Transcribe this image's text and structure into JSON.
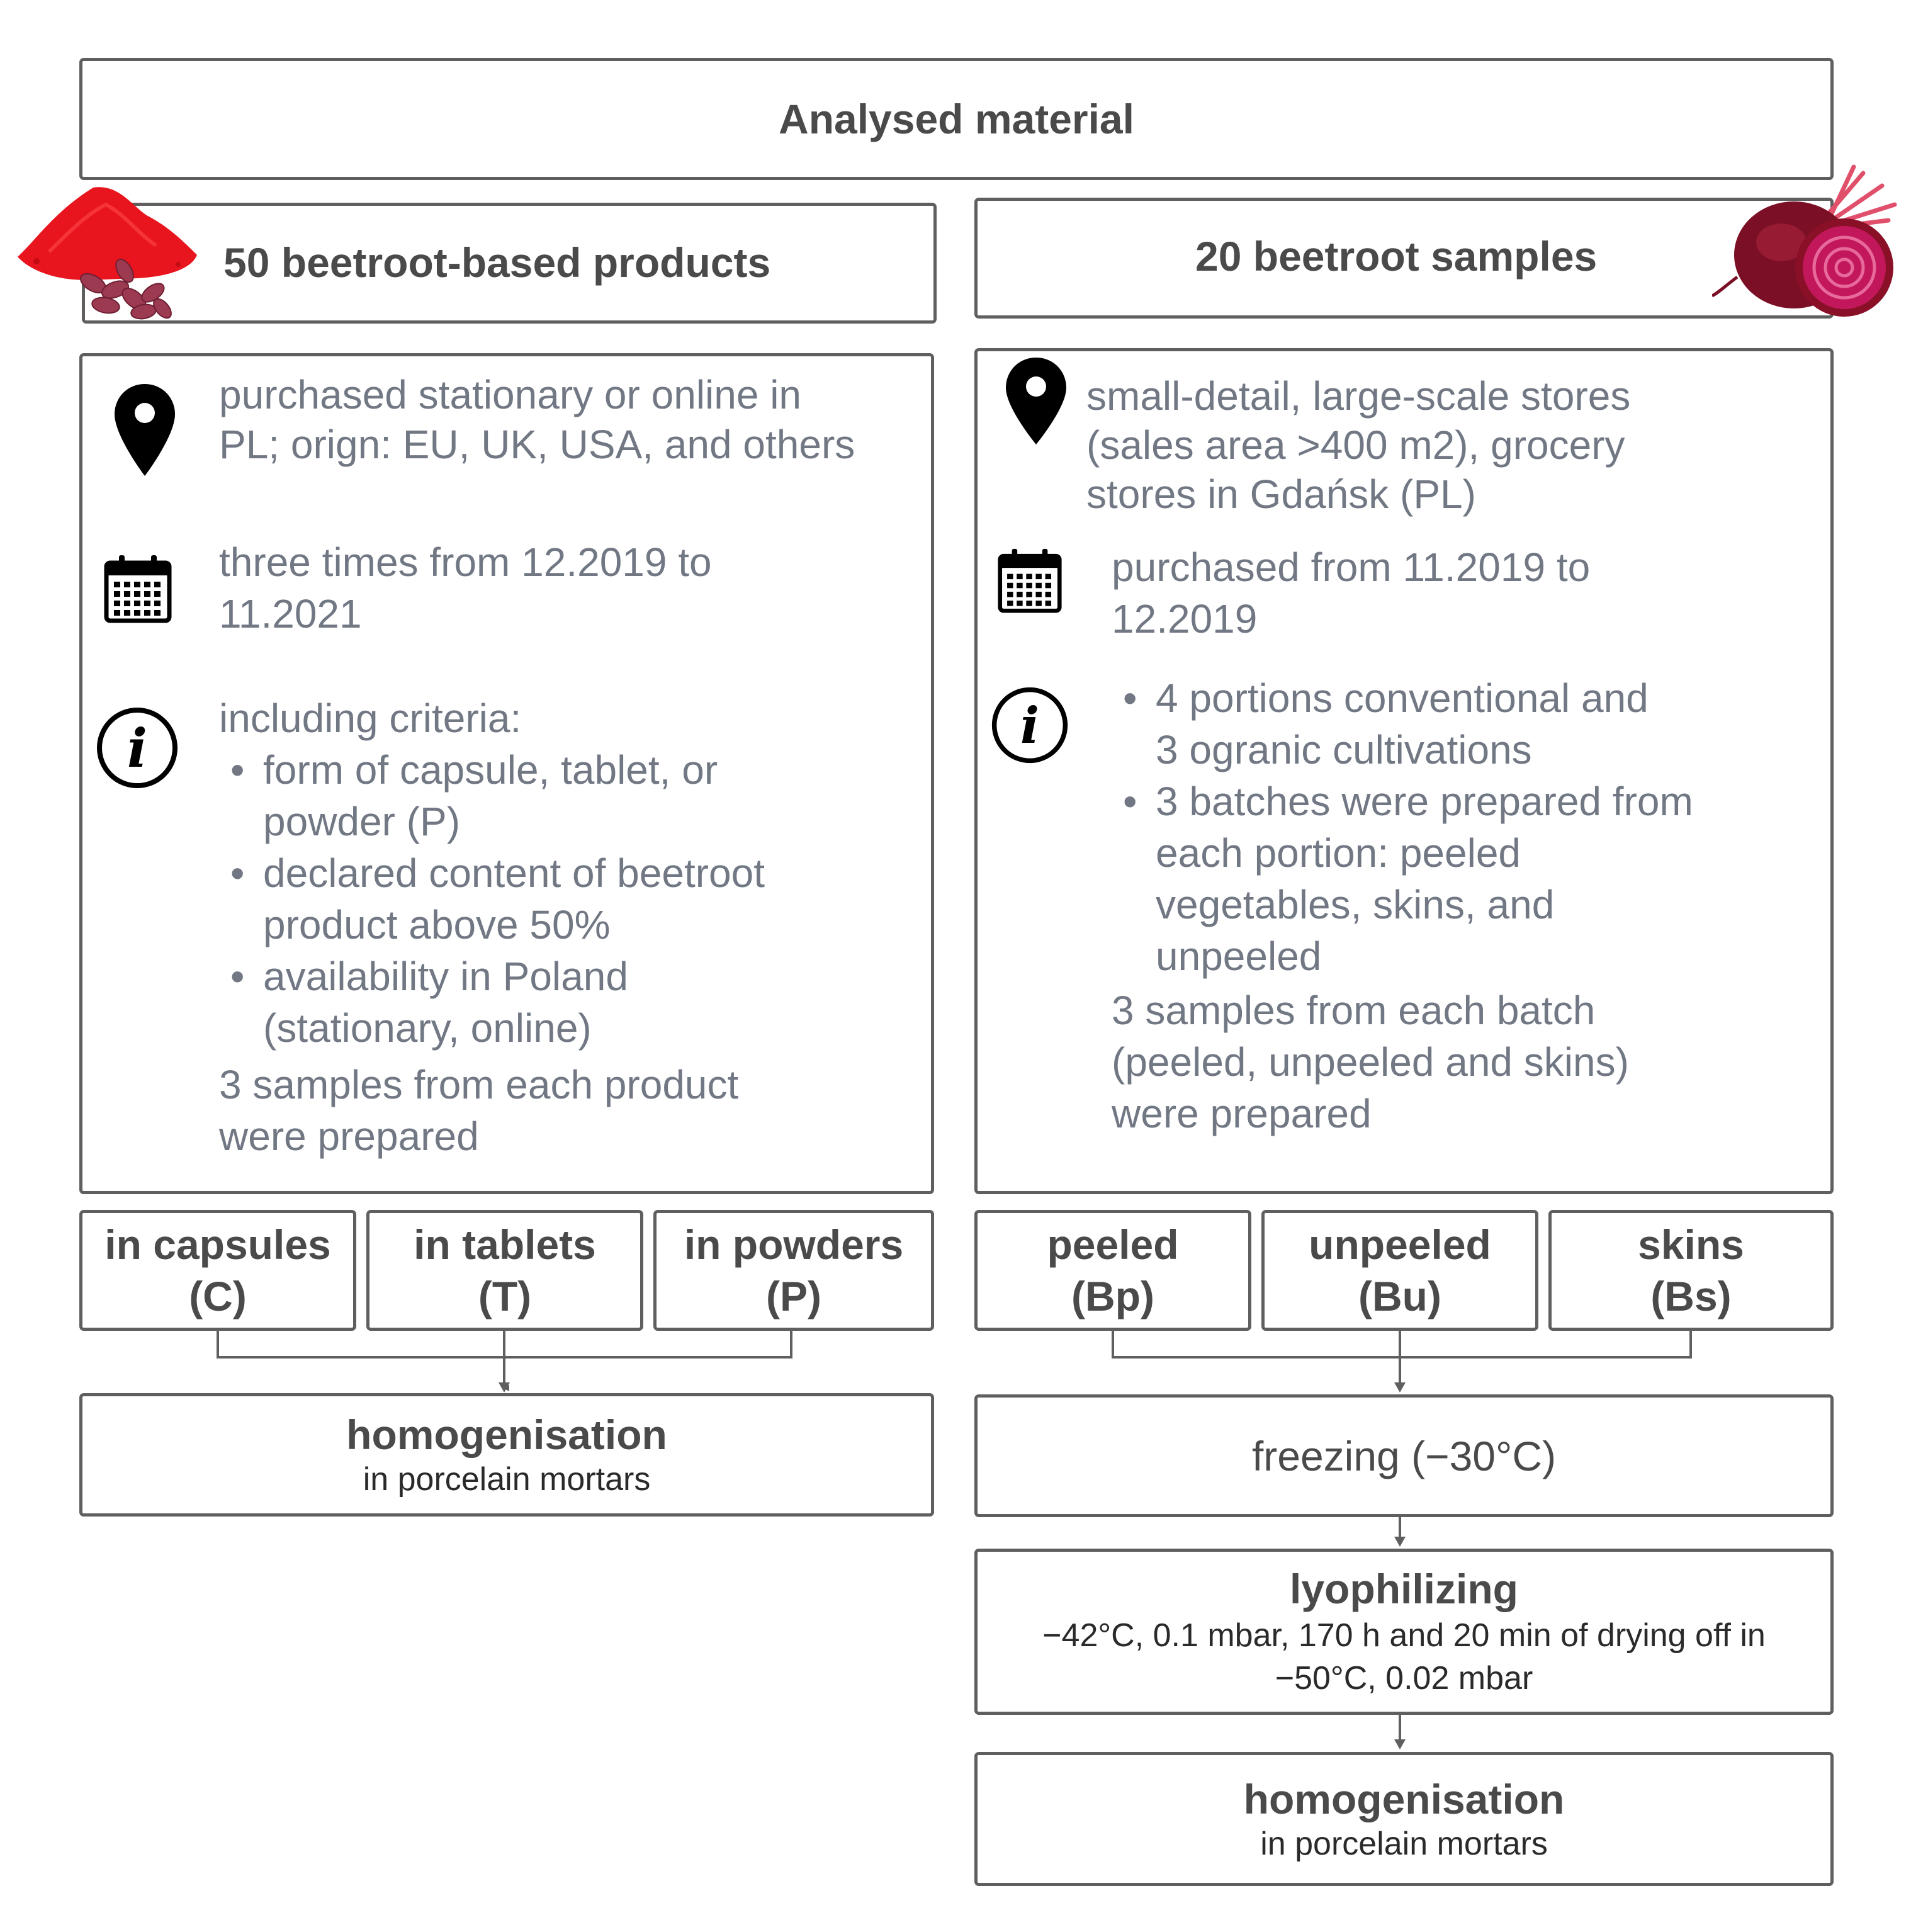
{
  "title": "Analysed material",
  "left": {
    "header": "50 beetroot-based products",
    "location_text": [
      "purchased stationary or online in",
      "PL; orign: EU, UK, USA, and others"
    ],
    "date_text": [
      "three times from 12.2019 to",
      "11.2021"
    ],
    "info_intro": "including criteria:",
    "info_bullets": [
      [
        "form of capsule, tablet, or",
        "powder (P)"
      ],
      [
        "declared content of beetroot",
        "product above 50%"
      ],
      [
        "availability in Poland",
        "(stationary, online)"
      ]
    ],
    "info_outro": [
      "3 samples from each product",
      "were prepared"
    ],
    "forms": [
      {
        "line1": "in capsules",
        "line2": "(C)"
      },
      {
        "line1": "in tablets",
        "line2": "(T)"
      },
      {
        "line1": "in powders",
        "line2": "(P)"
      }
    ],
    "homogenisation": {
      "title": "homogenisation",
      "sub": "in porcelain mortars"
    }
  },
  "right": {
    "header": "20 beetroot samples",
    "location_text": [
      "small-detail, large-scale stores",
      "(sales area >400 m2), grocery",
      "stores in Gdańsk (PL)"
    ],
    "date_text": [
      "purchased from 11.2019 to",
      "12.2019"
    ],
    "info_bullets": [
      [
        "4 portions conventional and",
        "3 ogranic cultivations"
      ],
      [
        "3 batches were prepared from",
        "each portion: peeled",
        "vegetables, skins, and",
        "unpeeled"
      ]
    ],
    "info_outro": [
      "3 samples from each batch",
      "(peeled, unpeeled and skins)",
      "were prepared"
    ],
    "forms": [
      {
        "line1": "peeled",
        "line2": "(Bp)"
      },
      {
        "line1": "unpeeled",
        "line2": "(Bu)"
      },
      {
        "line1": "skins",
        "line2": "(Bs)"
      }
    ],
    "freezing": "freezing (−30°C)",
    "lyophilizing": {
      "title": "lyophilizing",
      "line1": "−42°C, 0.1 mbar, 170 h and 20 min of drying off in",
      "line2": "−50°C, 0.02 mbar"
    },
    "homogenisation": {
      "title": "homogenisation",
      "sub": "in porcelain mortars"
    }
  },
  "colors": {
    "border": "#5f5f5f",
    "text_dark": "#4a4a4a",
    "text_gray": "#717884",
    "powder_red": "#e8141e",
    "beet": "#8a1028"
  },
  "icons": [
    "location-pin-icon",
    "calendar-icon",
    "info-icon",
    "powder-image",
    "beetroot-image"
  ]
}
